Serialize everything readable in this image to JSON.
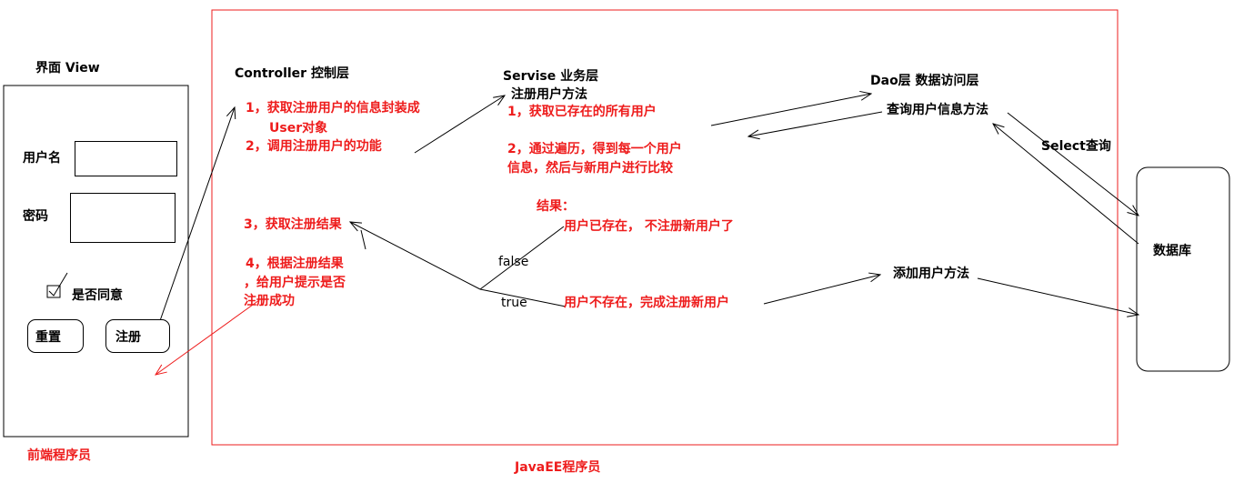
{
  "view": {
    "title": "界面 View",
    "username_label": "用户名",
    "password_label": "密码",
    "checkbox_label": "是否同意",
    "reset_button": "重置",
    "register_button": "注册",
    "footer": "前端程序员"
  },
  "javaee": {
    "footer": "JavaEE程序员"
  },
  "controller": {
    "title": "Controller  控制层",
    "step1_line1": "1，获取注册用户的信息封装成",
    "step1_line2": "User对象",
    "step2": "2，调用注册用户的功能",
    "step3": "3，获取注册结果",
    "step4_line1": "4，根据注册结果",
    "step4_line2": "，给用户提示是否",
    "step4_line3": "注册成功"
  },
  "service": {
    "title": "Servise   业务层",
    "subtitle": "注册用户方法",
    "step1": "1，获取已存在的所有用户",
    "step2_line1": "2，通过遍历，得到每一个用户",
    "step2_line2": "信息，然后与新用户进行比较",
    "result_label": "结果：",
    "exists_text": "用户已存在，  不注册新用户了",
    "false_label": "false",
    "true_label": "true",
    "not_exists_text": "用户不存在，完成注册新用户"
  },
  "dao": {
    "title": "Dao层  数据访问层",
    "query_method": "查询用户信息方法",
    "select_label": "Select查询",
    "add_method": "添加用户方法"
  },
  "database": {
    "label": "数据库"
  },
  "colors": {
    "red": "#ee1c1c",
    "black": "#000000"
  }
}
